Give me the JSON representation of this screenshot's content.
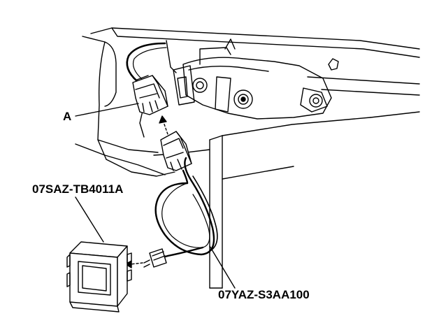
{
  "diagram": {
    "labels": {
      "connector": "A",
      "tool_box": "07SAZ-TB4011A",
      "cable": "07YAZ-S3AA100"
    },
    "colors": {
      "ink": "#000000",
      "paper": "#ffffff"
    }
  }
}
